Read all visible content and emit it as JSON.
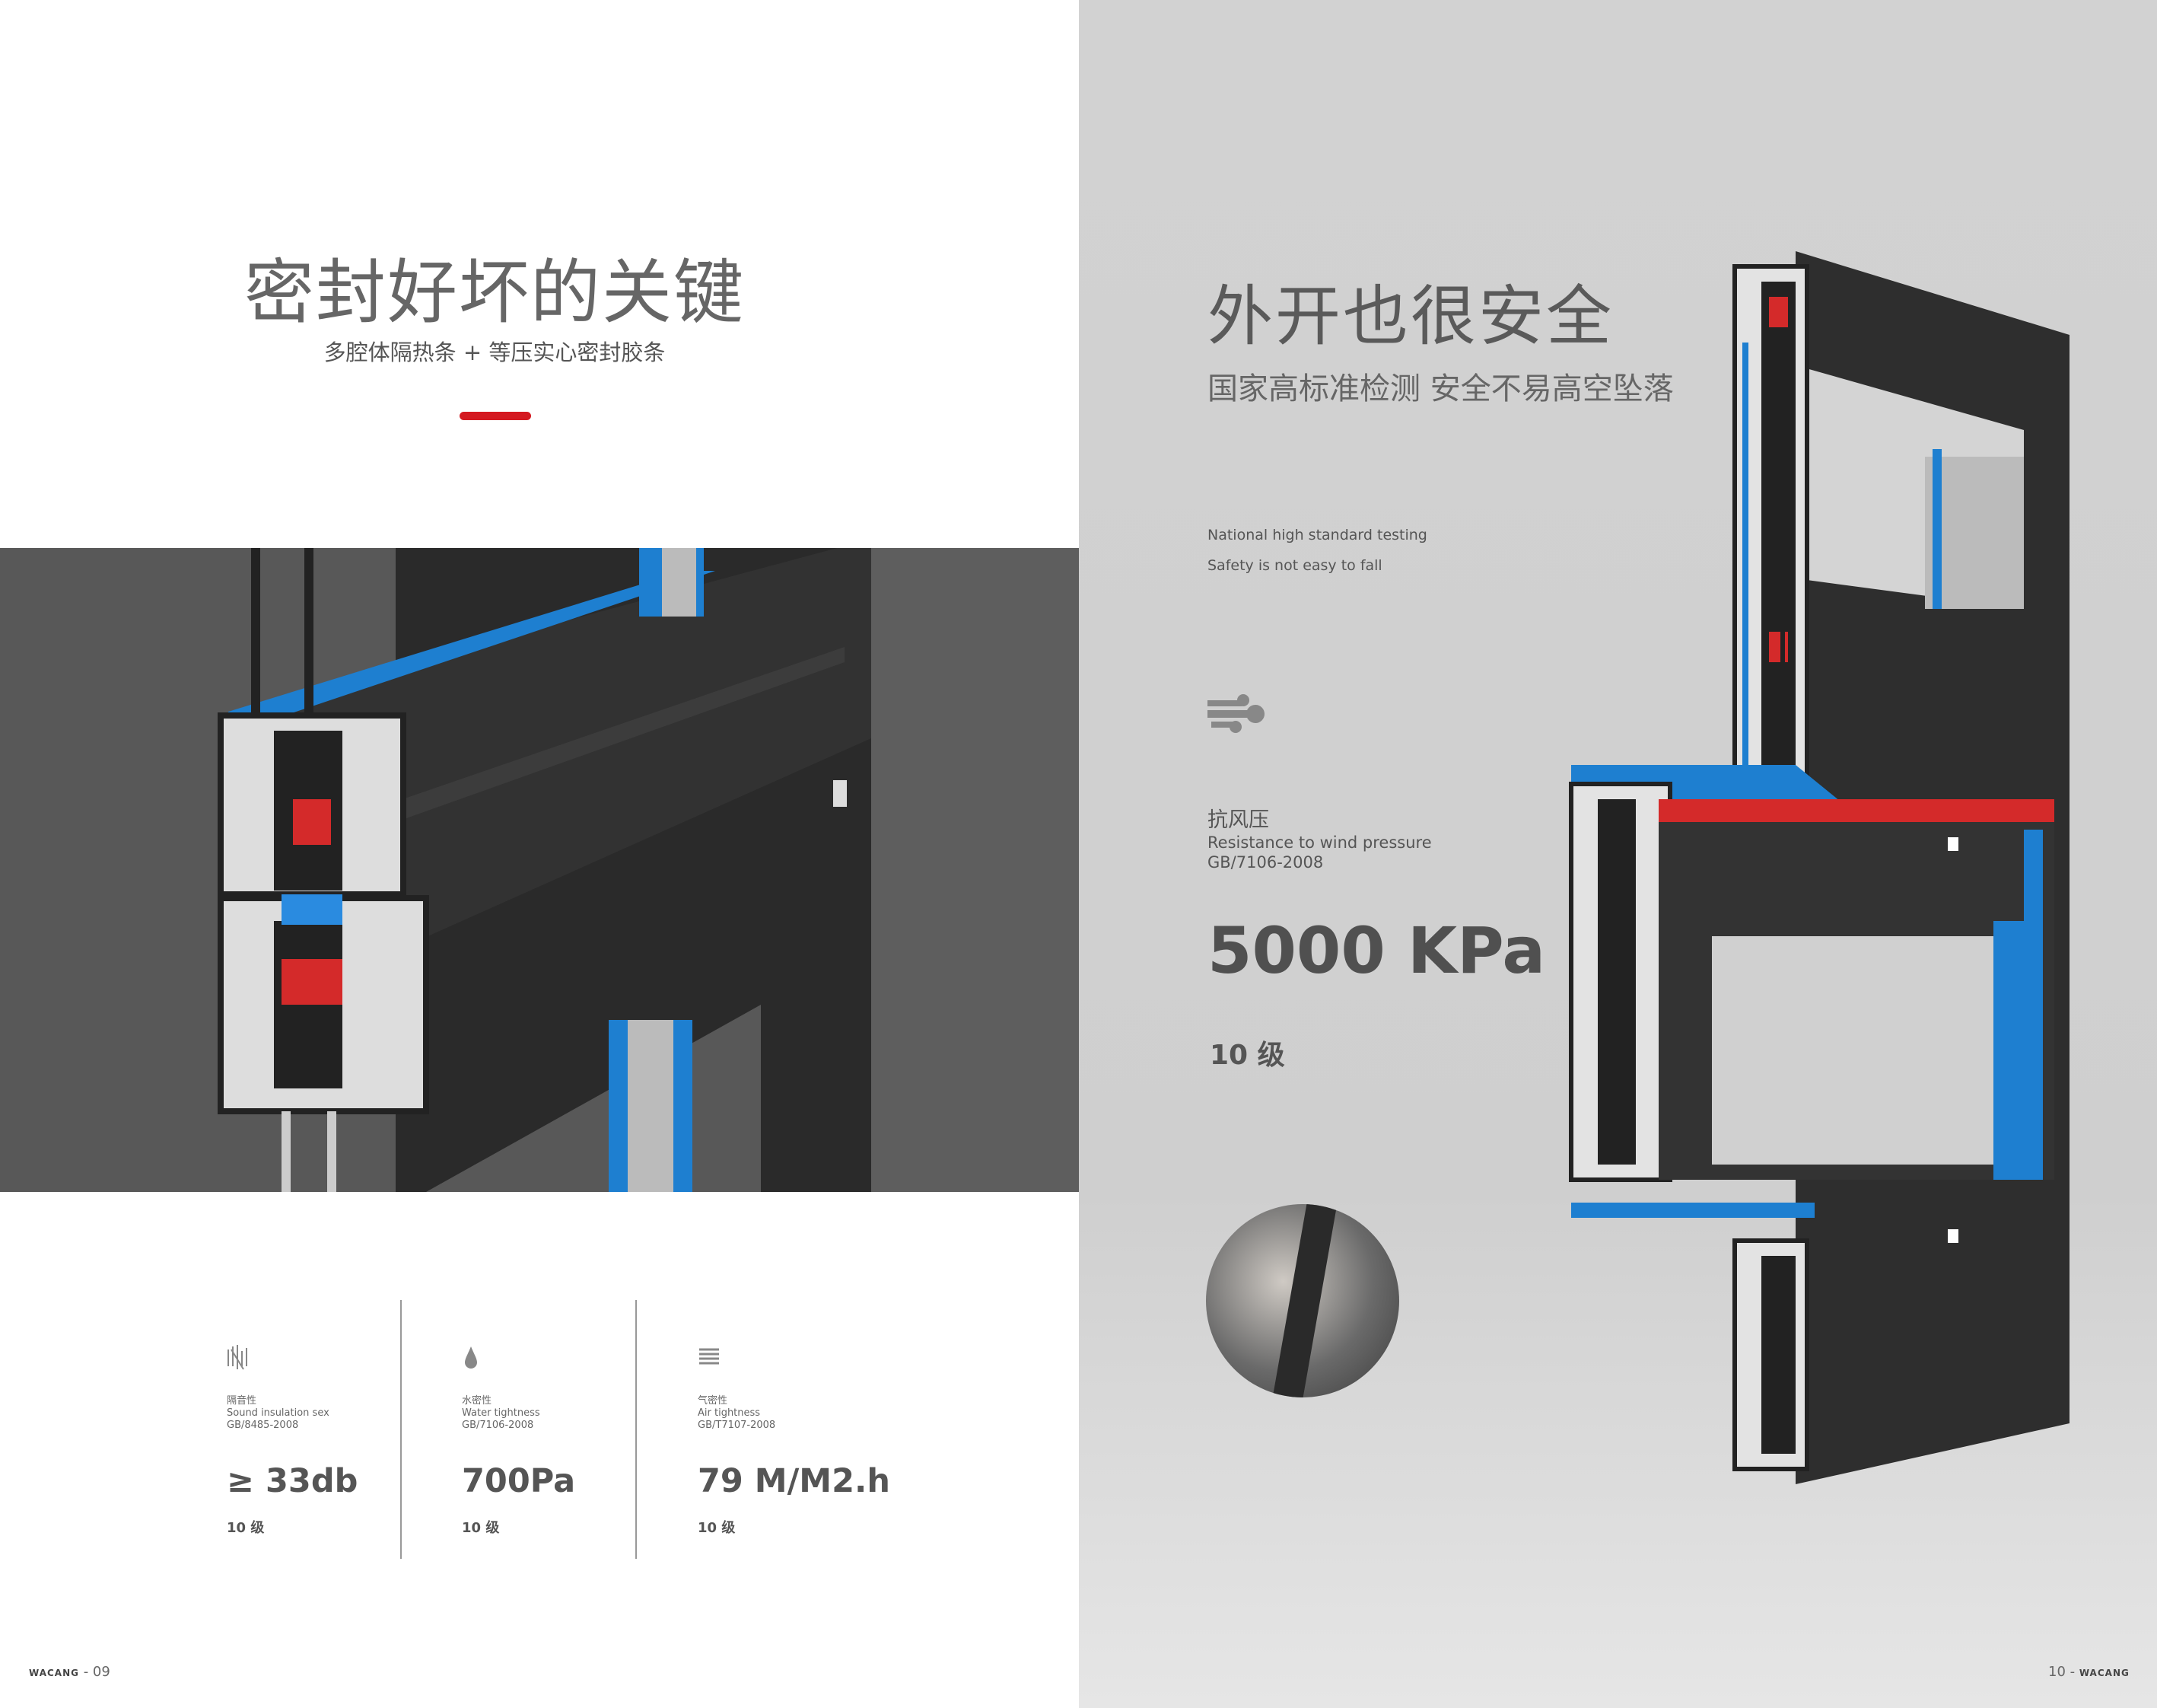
{
  "left_page": {
    "title": "密封好坏的关键",
    "subtitle": "多腔体隔热条 + 等压实心密封胶条",
    "accent_color": "#d41920",
    "specs": [
      {
        "icon": "sound-wave-icon",
        "label_cn": "隔音性",
        "label_en": "Sound insulation sex",
        "standard": "GB/8485-2008",
        "value": "≥ 33db",
        "grade": "10 级"
      },
      {
        "icon": "water-drop-icon",
        "label_cn": "水密性",
        "label_en": "Water tightness",
        "standard": "GB/7106-2008",
        "value": "700Pa",
        "grade": "10 级"
      },
      {
        "icon": "air-lines-icon",
        "label_cn": "气密性",
        "label_en": "Air tightness",
        "standard": "GB/T7107-2008",
        "value": "79 M/M2.h",
        "grade": "10 级"
      }
    ],
    "footer": {
      "brand": "WACANG",
      "page": "- 09"
    }
  },
  "right_page": {
    "title": "外开也很安全",
    "subtitle": "国家高标准检测  安全不易高空坠落",
    "en_line1": "National high standard testing",
    "en_line2": "Safety is not easy to fall",
    "wind": {
      "icon": "wind-icon",
      "label_cn": "抗风压",
      "label_en": "Resistance to wind pressure",
      "standard": "GB/7106-2008",
      "value": "5000 KPa",
      "grade": "10 级"
    },
    "footer": {
      "page": "10 -",
      "brand": "WACANG"
    }
  }
}
